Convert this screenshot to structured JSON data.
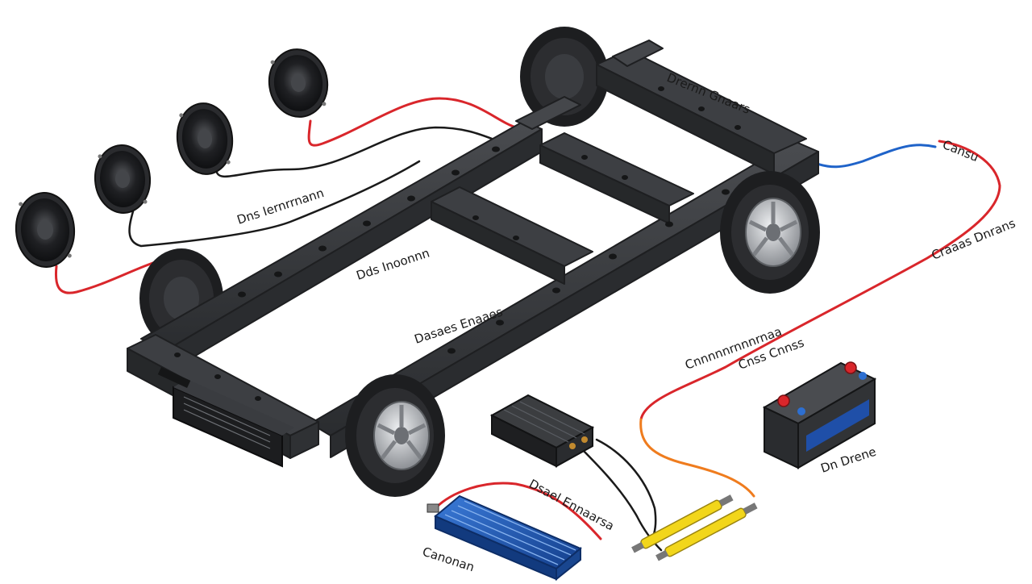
{
  "colors": {
    "background": "#ffffff",
    "frame": "#3b3d40",
    "frame_dark": "#26282a",
    "tire": "#1d1e20",
    "rim": "#b9bcc0",
    "power_wire": "#d9262b",
    "ground_wire": "#1a1a1a",
    "signal_wire": "#1f63c9",
    "remote_wire": "#ef7c1e",
    "rca_cable": "#f2d61b",
    "battery_case": "#2f3134",
    "amp_blue": "#1f57b3"
  },
  "icons": {
    "speakers": "speaker-icon",
    "wheels": "wheel-icon",
    "head_unit": "head-unit-icon",
    "amplifier": "amplifier-icon",
    "distribution_block": "distribution-block-icon",
    "battery": "battery-icon",
    "rca_connectors": "rca-connector-icon"
  },
  "labels": {
    "speakers": "Dns Iernrrnann",
    "frame_left": "Dds Inoonnn",
    "frame_center": "Dasaes Enaaes",
    "rear_top": "Drernn Gnaars",
    "rear_right_wire": "Cansu",
    "rear_right": "Craaas Dnrans",
    "remote_upper": "Cnnnnnrnnnrnaa",
    "remote_lower": "Cnss Cnnss",
    "battery": "Dn Drene",
    "power_wire": "Dsael Ennaarsa",
    "amplifier": "Canonan"
  }
}
